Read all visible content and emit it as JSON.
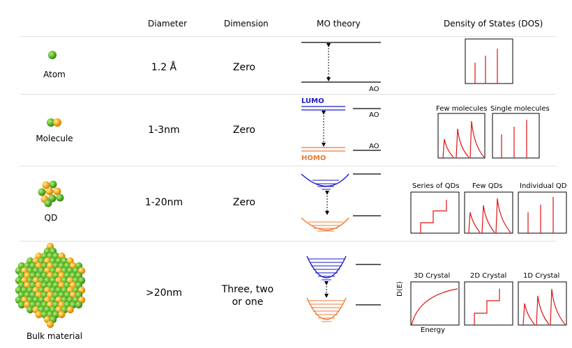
{
  "headers": {
    "diameter": "Diameter",
    "dimension": "Dimension",
    "mo_theory": "MO theory",
    "dos": "Density of States (DOS)"
  },
  "rows": [
    {
      "label": "Atom",
      "diameter": "1.2 Å",
      "dimension": "Zero"
    },
    {
      "label": "Molecule",
      "diameter": "1-3nm",
      "dimension": "Zero"
    },
    {
      "label": "QD",
      "diameter": "1-20nm",
      "dimension": "Zero"
    },
    {
      "label": "Bulk material",
      "diameter": ">20nm",
      "dimension_line1": "Three, two",
      "dimension_line2": "or one"
    }
  ],
  "mo_labels": {
    "ao": "AO",
    "lumo": "LUMO",
    "homo": "HOMO"
  },
  "dos_labels": {
    "few_molecules": "Few molecules",
    "single_molecules": "Single molecules",
    "series_of_qds": "Series of QDs",
    "few_qds": "Few QDs",
    "individual_qd": "Individual QD",
    "crystal_3d": "3D Crystal",
    "crystal_2d": "2D Crystal",
    "crystal_1d": "1D Crystal",
    "y_axis": "D(E)",
    "x_axis": "Energy"
  },
  "colors": {
    "lumo": "#1a1acc",
    "homo": "#f07830",
    "dos_curve": "#e01010",
    "atom_green": "#5cb82e",
    "atom_orange": "#f2a81c"
  }
}
